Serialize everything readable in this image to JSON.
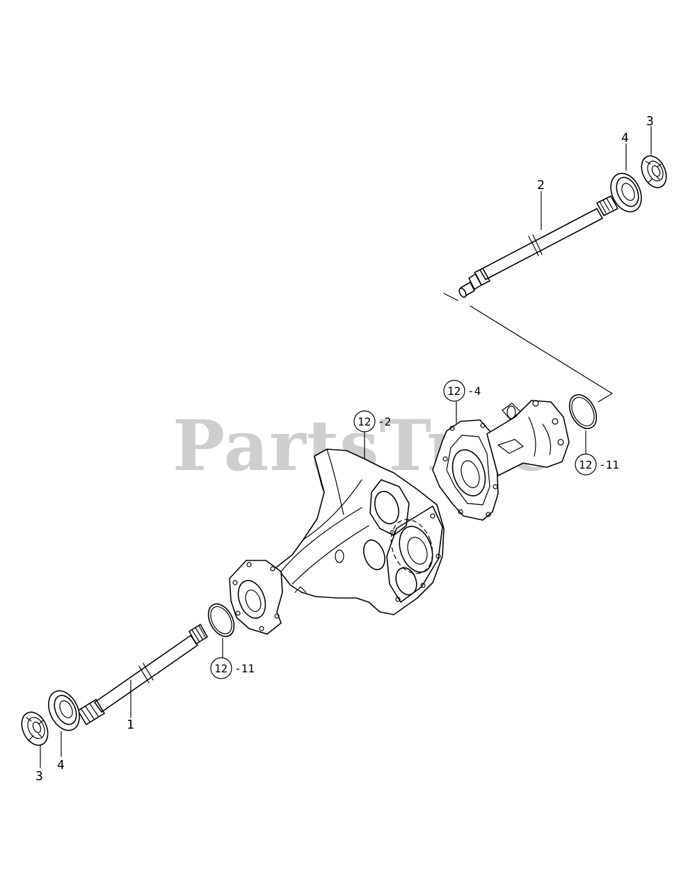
{
  "watermark": "PartsTree",
  "callouts": {
    "shaft_right": "2",
    "bearing_right": "4",
    "gear_right": "3",
    "shaft_left": "1",
    "bearing_left": "4",
    "gear_left": "3",
    "housing_main_circle": "12",
    "housing_main_suffix": "-2",
    "housing_right_circle": "12",
    "housing_right_suffix": "-4",
    "oring_right_circle": "12",
    "oring_right_suffix": "-11",
    "oring_left_circle": "12",
    "oring_left_suffix": "-11"
  }
}
